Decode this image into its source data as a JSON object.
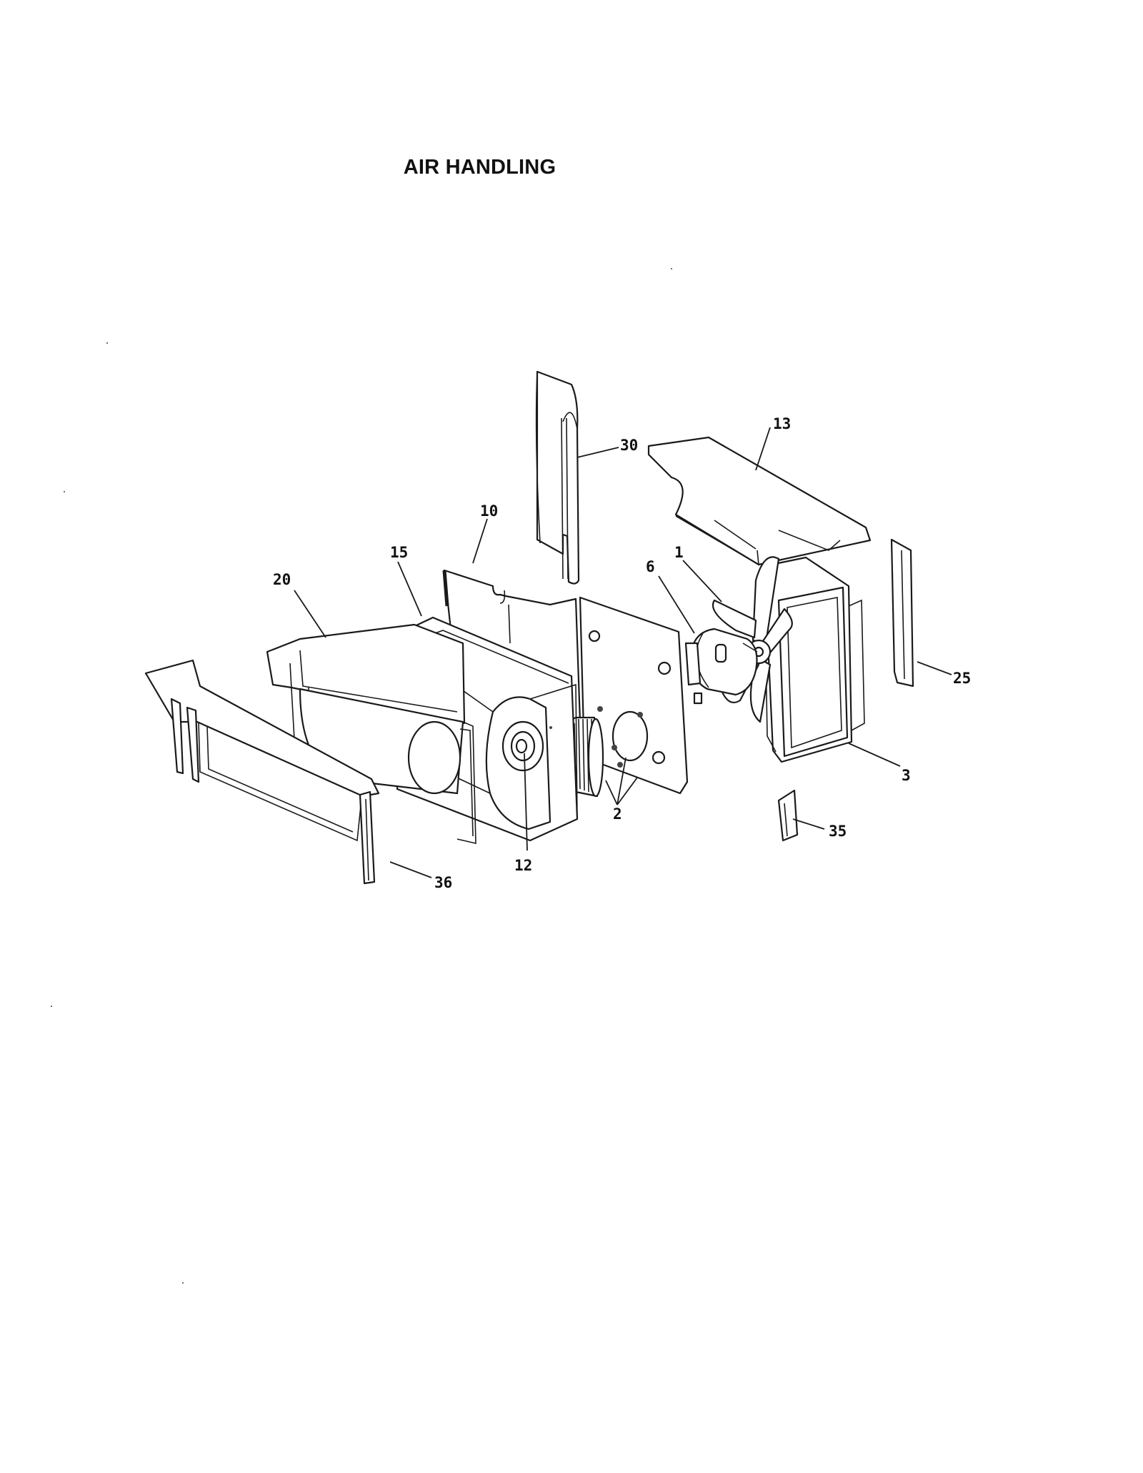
{
  "title": "AIR HANDLING",
  "callouts": {
    "p1": "1",
    "p2": "2",
    "p3": "3",
    "p6": "6",
    "p10": "10",
    "p12": "12",
    "p13": "13",
    "p15": "15",
    "p20": "20",
    "p25": "25",
    "p30": "30",
    "p35": "35",
    "p36": "36"
  }
}
